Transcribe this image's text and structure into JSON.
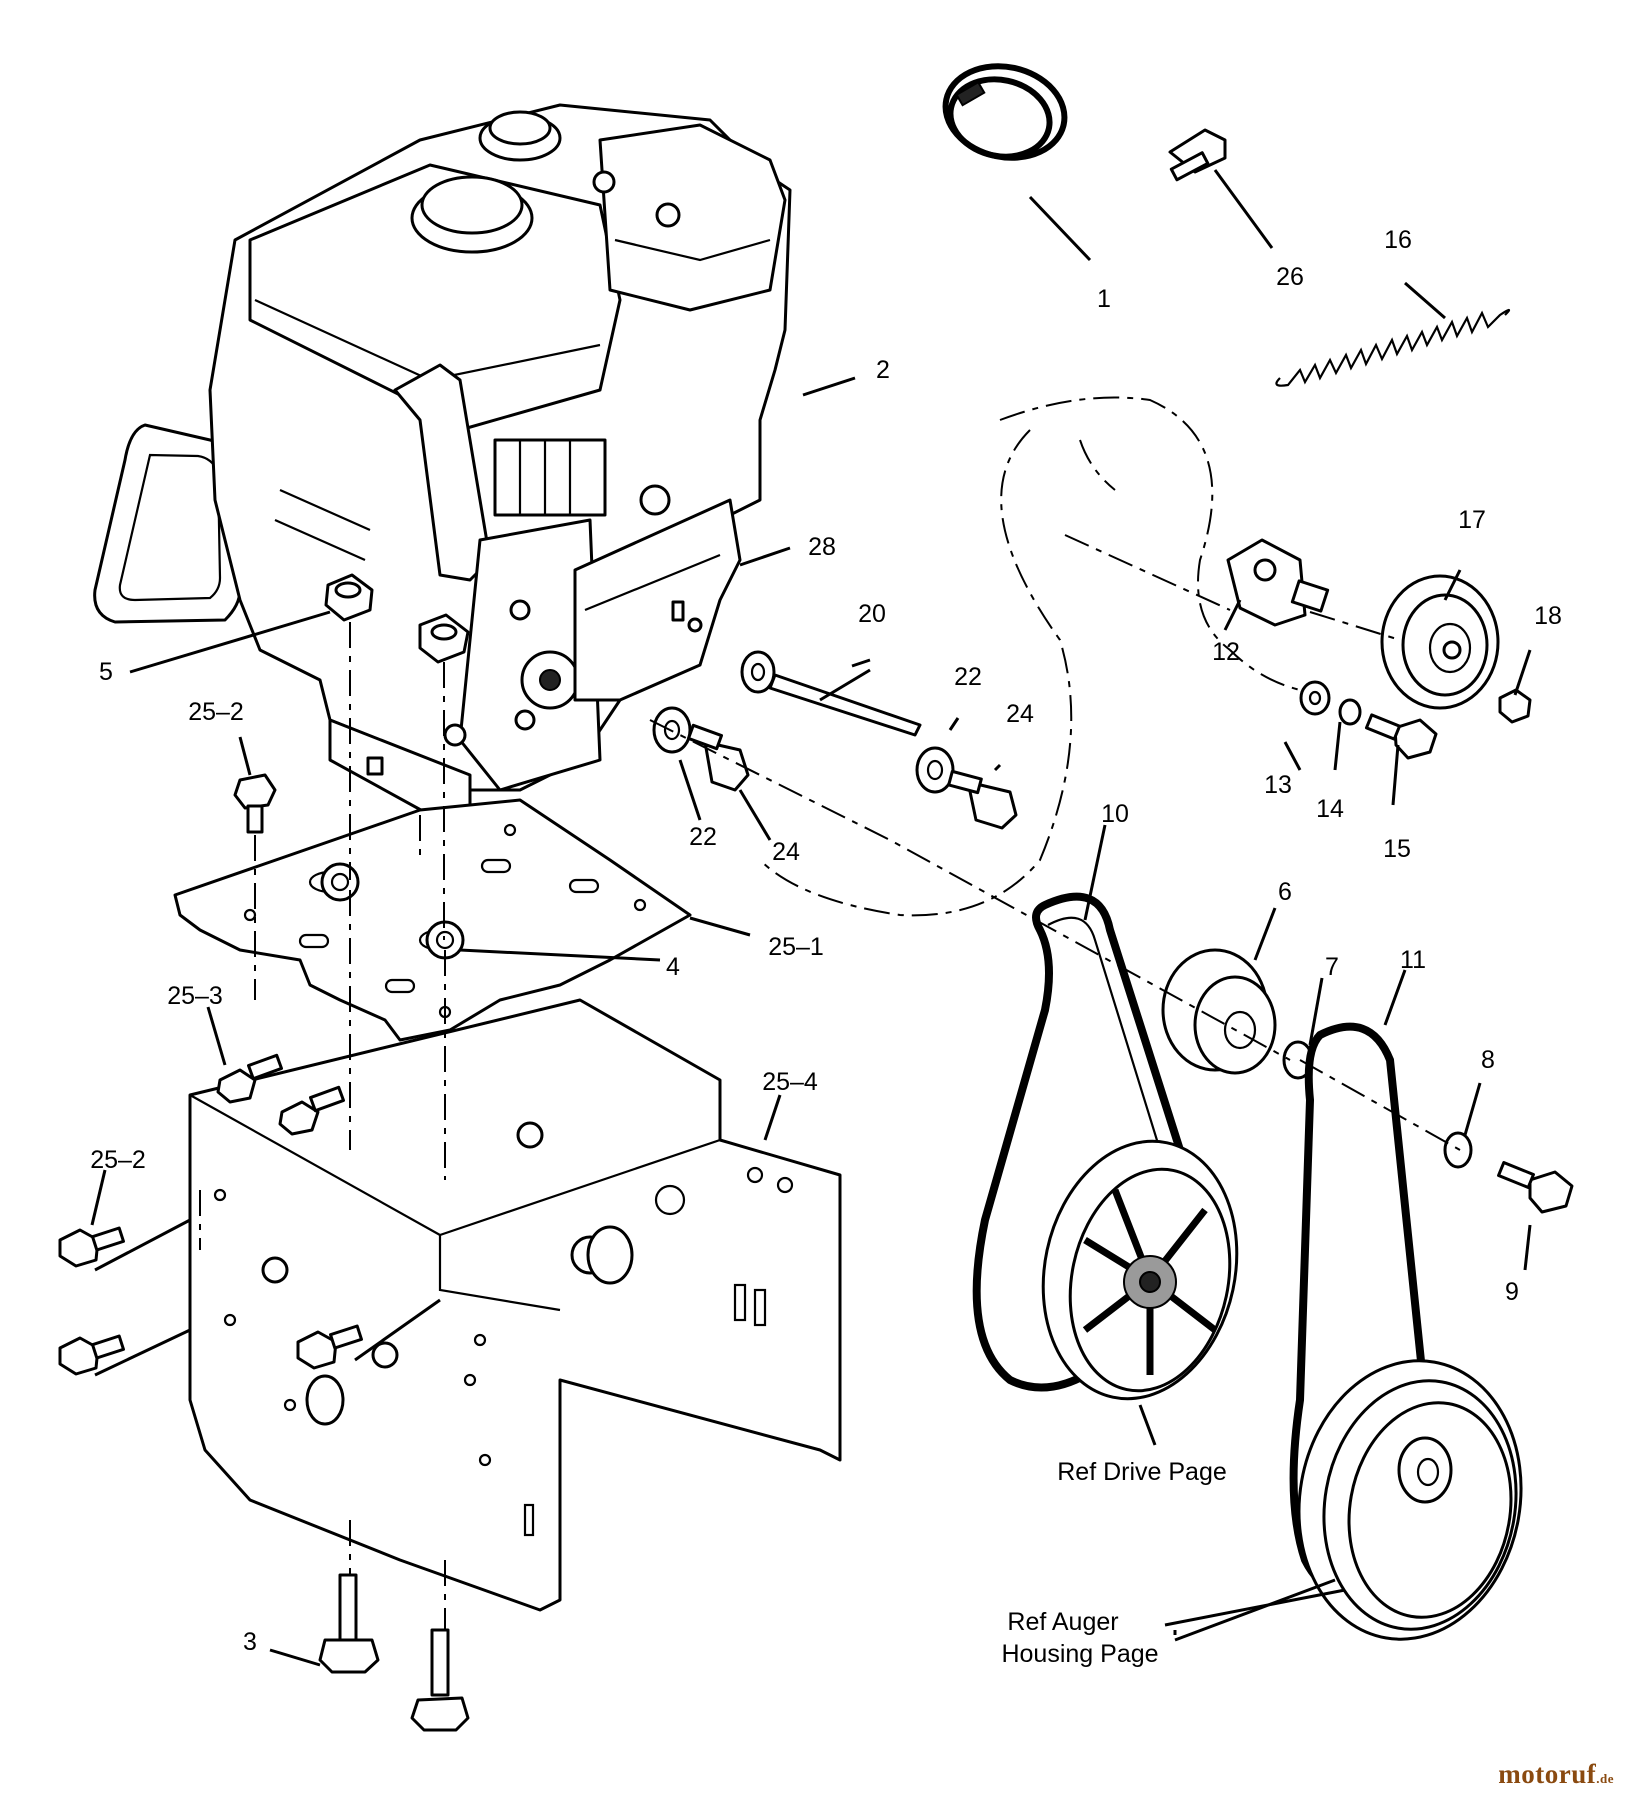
{
  "callouts": [
    {
      "id": "c1",
      "text": "1"
    },
    {
      "id": "c26",
      "text": "26"
    },
    {
      "id": "c16",
      "text": "16"
    },
    {
      "id": "c2",
      "text": "2"
    },
    {
      "id": "c28",
      "text": "28"
    },
    {
      "id": "c17",
      "text": "17"
    },
    {
      "id": "c12",
      "text": "12"
    },
    {
      "id": "c18",
      "text": "18"
    },
    {
      "id": "c20",
      "text": "20"
    },
    {
      "id": "c22a",
      "text": "22"
    },
    {
      "id": "c24a",
      "text": "24"
    },
    {
      "id": "c22b",
      "text": "22"
    },
    {
      "id": "c24b",
      "text": "24"
    },
    {
      "id": "c13",
      "text": "13"
    },
    {
      "id": "c14",
      "text": "14"
    },
    {
      "id": "c15",
      "text": "15"
    },
    {
      "id": "c5",
      "text": "5"
    },
    {
      "id": "c252a",
      "text": "25–2"
    },
    {
      "id": "c10",
      "text": "10"
    },
    {
      "id": "c6",
      "text": "6"
    },
    {
      "id": "c251",
      "text": "25–1"
    },
    {
      "id": "c4",
      "text": "4"
    },
    {
      "id": "c7",
      "text": "7"
    },
    {
      "id": "c11",
      "text": "11"
    },
    {
      "id": "c253",
      "text": "25–3"
    },
    {
      "id": "c8",
      "text": "8"
    },
    {
      "id": "c254",
      "text": "25–4"
    },
    {
      "id": "c252b",
      "text": "25–2"
    },
    {
      "id": "c9",
      "text": "9"
    },
    {
      "id": "c3",
      "text": "3"
    }
  ],
  "references": {
    "drive": "Ref Drive Page",
    "auger_line1": "Ref  Auger",
    "auger_line2": "Housing Page"
  },
  "watermark": {
    "brand": "motoruf",
    "tld": ".de"
  }
}
